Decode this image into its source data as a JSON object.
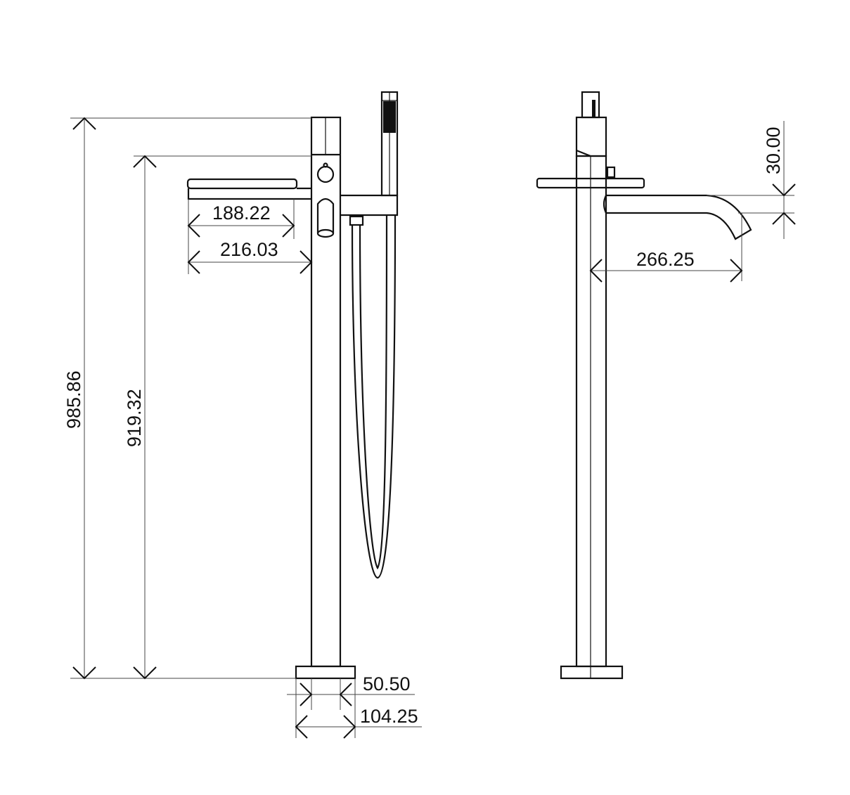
{
  "title": "Freestanding bath mixer with hand shower – dimension drawing",
  "views": [
    "front-view",
    "side-view"
  ],
  "dimensions": {
    "overall_height": "985.86",
    "spout_height": "919.32",
    "tray_length": "188.22",
    "tray_projection": "216.03",
    "spout_projection": "266.25",
    "spout_drop": "30.00",
    "column_diameter": "50.50",
    "base_diameter": "104.25"
  },
  "colors": {
    "line": "#111111",
    "background": "#ffffff"
  }
}
